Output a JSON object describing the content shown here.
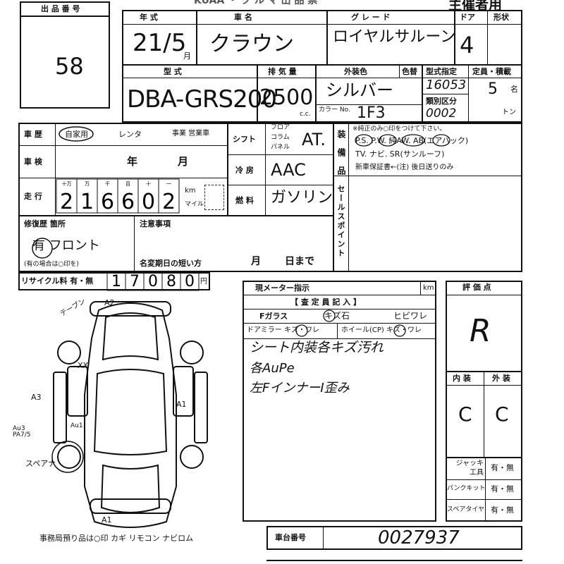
{
  "lot": {
    "label": "出 品 番 号",
    "value": "58"
  },
  "header": {
    "title": "KUAA ・ ク ル マ 出 品 票",
    "organizer": "主催者用"
  },
  "row1": {
    "year_label": "年 式",
    "year_value": "21/5",
    "year_unit": "月",
    "name_label": "車 名",
    "name_value": "クラウン",
    "grade_label": "グ レ ー ド",
    "grade_value": "ロイヤルサルーン",
    "door_label": "ドア",
    "door_value": "4",
    "shape_label": "形状"
  },
  "row2": {
    "type_label": "型 式",
    "type_value": "DBA-GRS200",
    "disp_label": "排 気 量",
    "disp_value": "2500",
    "disp_unit": "c.c.",
    "color_label": "外装色",
    "color_change_label": "色替",
    "color_value": "シルバー",
    "color_no_label": "カラー No.",
    "color_no_value": "1F3",
    "model_no_label": "型式指定",
    "model_no_value": "16053",
    "class_label": "類別区分",
    "class_value": "0002",
    "cap_label": "定員・積載",
    "cap_value": "5",
    "cap_unit": "名",
    "load_unit": "トン"
  },
  "history": {
    "label": "車 歴",
    "opt1": "自家用",
    "opt2": "レンタ",
    "opt3": "事業 営業車",
    "inspection_label": "車 検",
    "inspection_year": "年",
    "inspection_month": "月",
    "mileage_label": "走 行",
    "mileage_digits": [
      "2",
      "1",
      "6",
      "6",
      "0",
      "2"
    ],
    "mileage_units": [
      "十万",
      "万",
      "千",
      "百",
      "十",
      "一"
    ],
    "km": "km",
    "mile": "マイル"
  },
  "shift": {
    "label": "シフト",
    "opts": [
      "フロア",
      "コラム",
      "パネル"
    ],
    "value": "AT."
  },
  "ac": {
    "label": "冷 房",
    "value": "AAC"
  },
  "fuel": {
    "label": "燃 料",
    "value": "ガソリン"
  },
  "equipment": {
    "label": "装備品",
    "note": "※純正のみ○印をつけて下さい。",
    "line1": "P.S.  P.W.  純AW.  AB(エアバック)",
    "line2": "TV.  ナビ.  SR(サンルーフ)",
    "line3": "新車保証書←(注) 後日送りのみ"
  },
  "sales_point": {
    "label": "セールスポイント"
  },
  "repair": {
    "label": "修復歴 箇所",
    "value": "有 フロント",
    "note": "(有の場合は○印を)"
  },
  "caution": {
    "label": "注意事項",
    "expiry_label": "名変期日の短い方",
    "month": "月",
    "day": "日まで"
  },
  "recycle": {
    "label": "リサイクル料 有・無",
    "digits": [
      "1",
      "7",
      "0",
      "8",
      "0"
    ],
    "unit": "円"
  },
  "meter": {
    "label": "現メーター指示",
    "unit": "km"
  },
  "inspector": {
    "header": "【 査 定 員 記 入 】",
    "glass_label": "Fガラス",
    "glass_chip": "キズ石",
    "glass_crack": "ヒビワレ",
    "mirror_label": "ドアミラー  キズ・ワレ",
    "wheel_label": "ホイール(CP)  キズ・ワレ",
    "notes": [
      "シート内装各キズ汚れ",
      "各AuPe",
      "左FインナーI歪み"
    ]
  },
  "rating": {
    "label": "評 価 点",
    "value": "R",
    "interior_label": "内 装",
    "exterior_label": "外 装",
    "interior_value": "C",
    "exterior_value": "C"
  },
  "accessories": [
    {
      "label": "ジャッキ 工具",
      "value": "有・無"
    },
    {
      "label": "パンクキット",
      "value": "有・無"
    },
    {
      "label": "スペアタイヤ",
      "value": "有・無"
    }
  ],
  "car_diagram": {
    "marks": [
      "テーブン",
      "A2",
      "XX",
      "A1",
      "A3",
      "Au3 PA7/5",
      "Au1",
      "スペアナ",
      "A1"
    ]
  },
  "footer": {
    "office_note": "事務局預り品は○印  カギ リモコン ナビロム",
    "chassis_label": "車台番号",
    "chassis_value": "0027937"
  }
}
